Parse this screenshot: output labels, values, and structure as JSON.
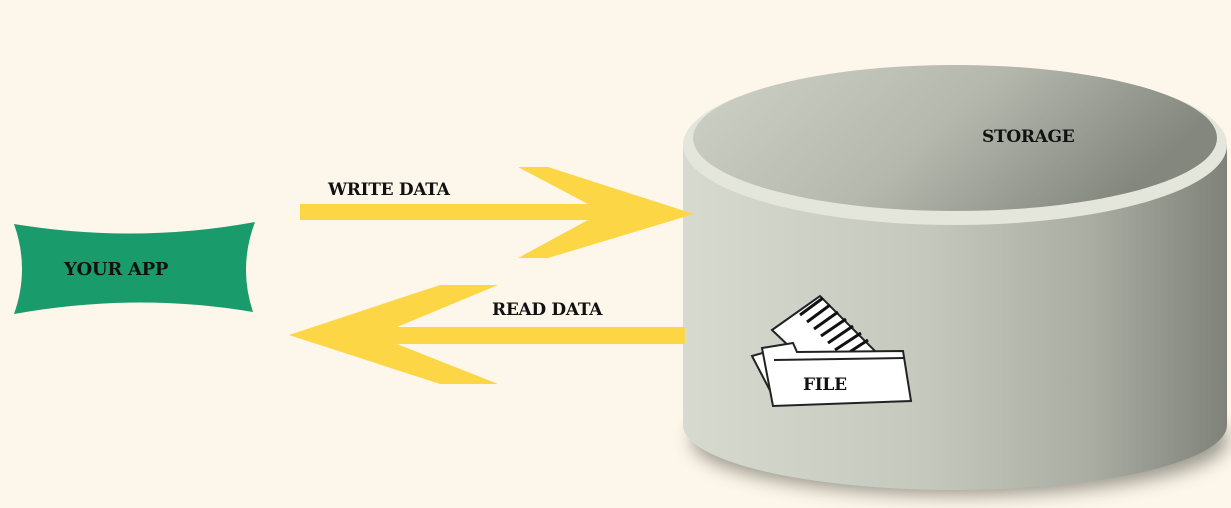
{
  "colors": {
    "background": "#fdf6ea",
    "app_shape": "#1a9b6b",
    "arrow": "#fcd645",
    "cylinder": "#b9bdb2",
    "text": "#111111"
  },
  "app": {
    "label": "YOUR APP"
  },
  "arrows": {
    "write": {
      "label": "WRITE DATA",
      "direction": "to storage"
    },
    "read": {
      "label": "READ DATA",
      "direction": "to app"
    }
  },
  "storage": {
    "label": "STORAGE",
    "icon": "database-cylinder-icon"
  },
  "file": {
    "label": "FILE",
    "icon": "folder-with-documents-icon"
  }
}
